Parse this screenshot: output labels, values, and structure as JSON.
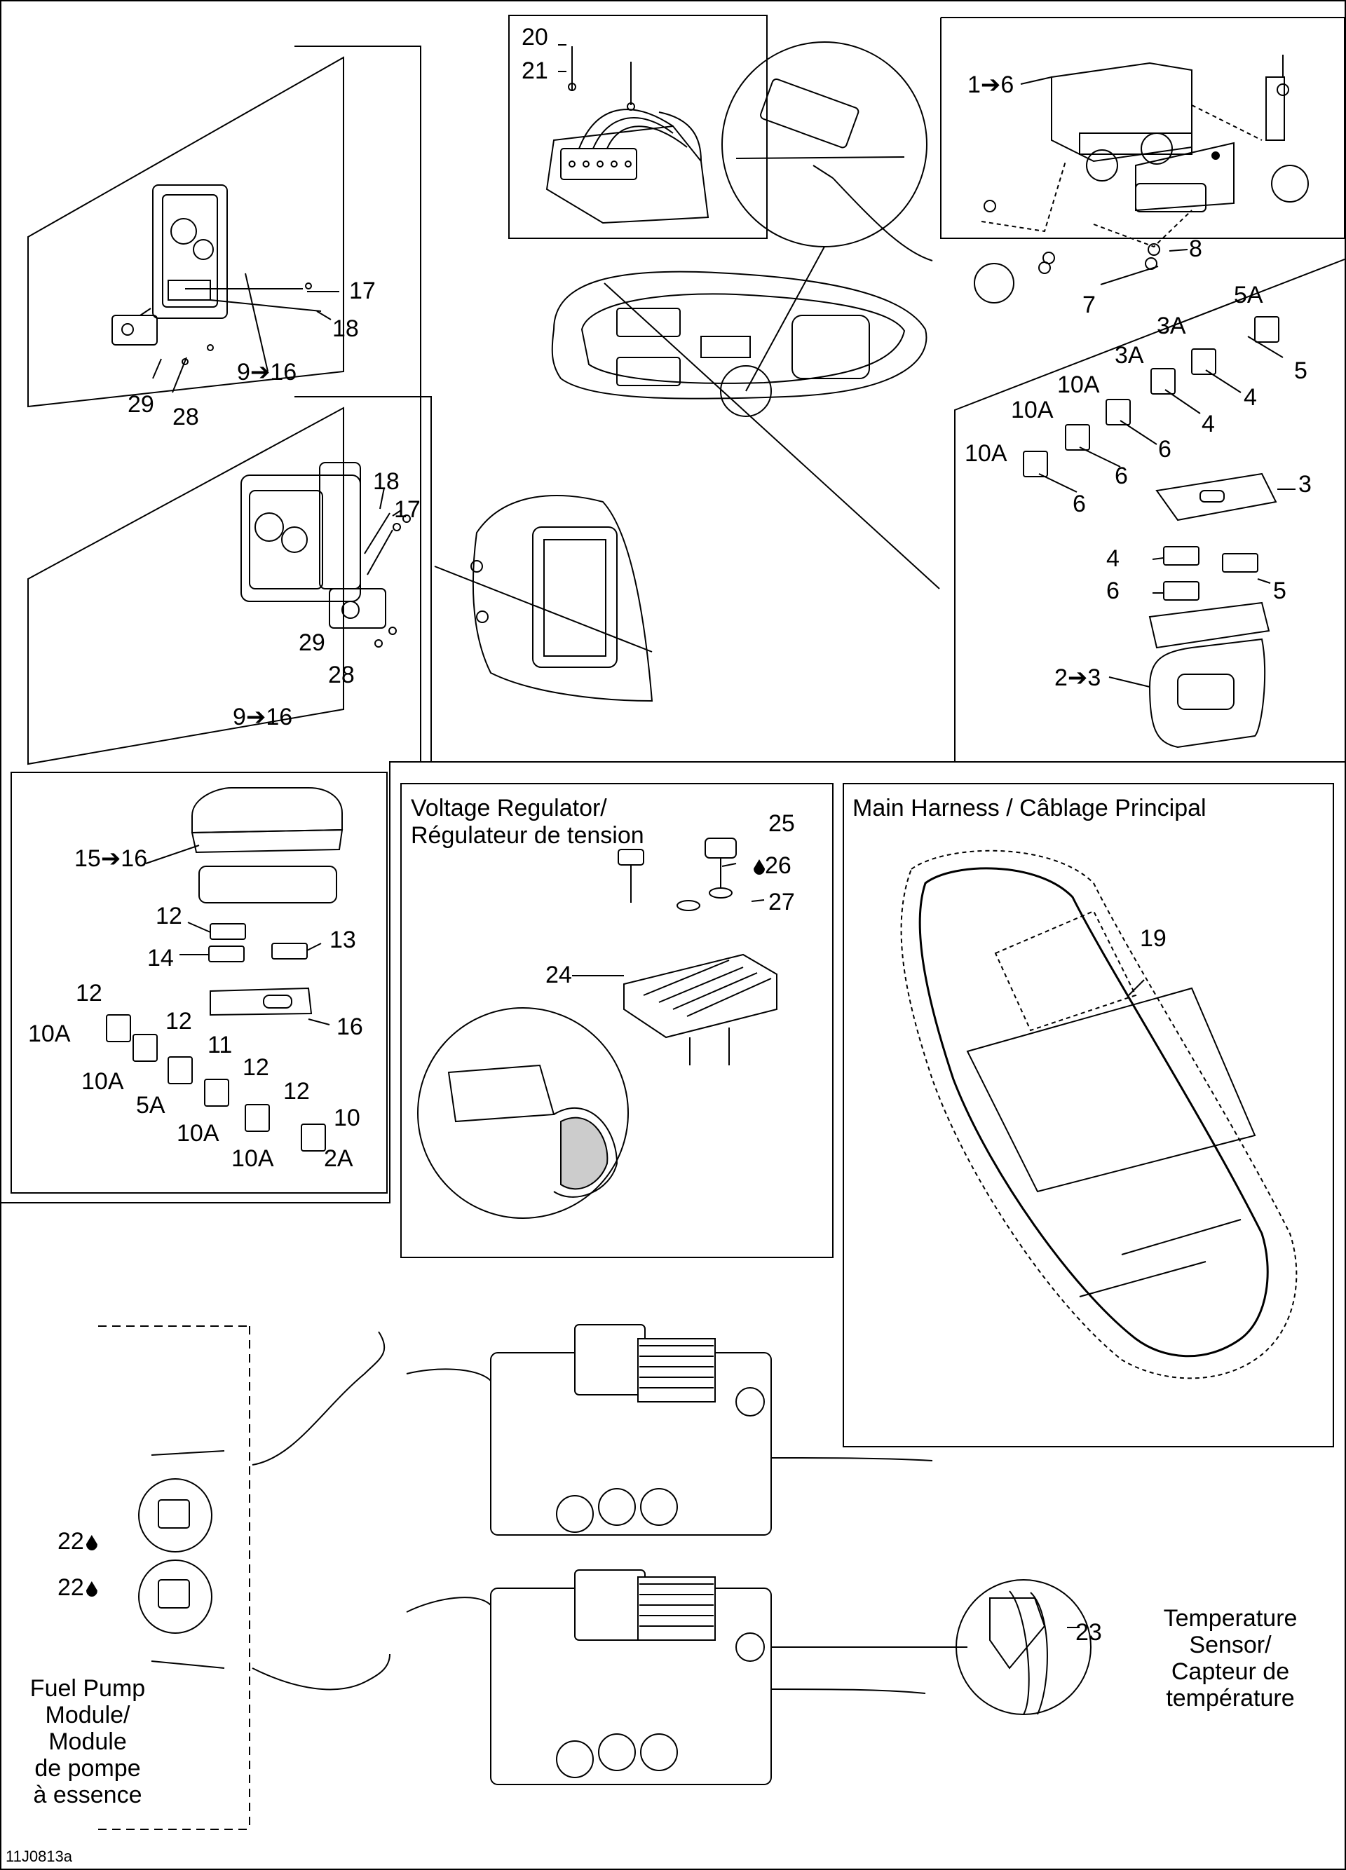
{
  "sections": {
    "voltage_regulator_title": "Voltage Regulator/\nRégulateur de tension",
    "main_harness_title": "Main Harness / Câblage Principal",
    "fuel_pump_title": "Fuel Pump\nModule/\nModule\nde pompe\nà essence",
    "temperature_sensor_title": "Temperature\nSensor/\nCapteur de\ntempérature"
  },
  "callouts": {
    "c20": "20",
    "c21": "21",
    "c1to6": "1➔6",
    "c8": "8",
    "c7": "7",
    "c17a": "17",
    "c18a": "18",
    "c9to16a": "9➔16",
    "c29a": "29",
    "c28a": "28",
    "c18b": "18",
    "c17b": "17",
    "c29b": "29",
    "c28b": "28",
    "c9to16b": "9➔16",
    "fuse5A": "5A",
    "c5a": "5",
    "fuse3Aa": "3A",
    "c4a": "4",
    "fuse3Ab": "3A",
    "c4b": "4",
    "fuse10Aa": "10A",
    "c6a": "6",
    "fuse10Ab": "10A",
    "c6b": "6",
    "fuse10Ac": "10A",
    "c6c": "6",
    "c3": "3",
    "c4c": "4",
    "c5b": "5",
    "c6d": "6",
    "c2to3": "2➔3",
    "c15to16": "15➔16",
    "c12a": "12",
    "c14": "14",
    "c13": "13",
    "c12b": "12",
    "fuse10A_l1": "10A",
    "c16": "16",
    "c12c": "12",
    "fuse10A_l2": "10A",
    "c11": "11",
    "fuse5A_l": "5A",
    "c12d": "12",
    "fuse10A_l3": "10A",
    "c12e": "12",
    "fuse10A_l4": "10A",
    "c10": "10",
    "fuse2A": "2A",
    "c25": "25",
    "c26": "26",
    "c27": "27",
    "c24": "24",
    "c19": "19",
    "c22a": "22",
    "c22b": "22",
    "c23": "23"
  },
  "figure_code": "11J0813a"
}
